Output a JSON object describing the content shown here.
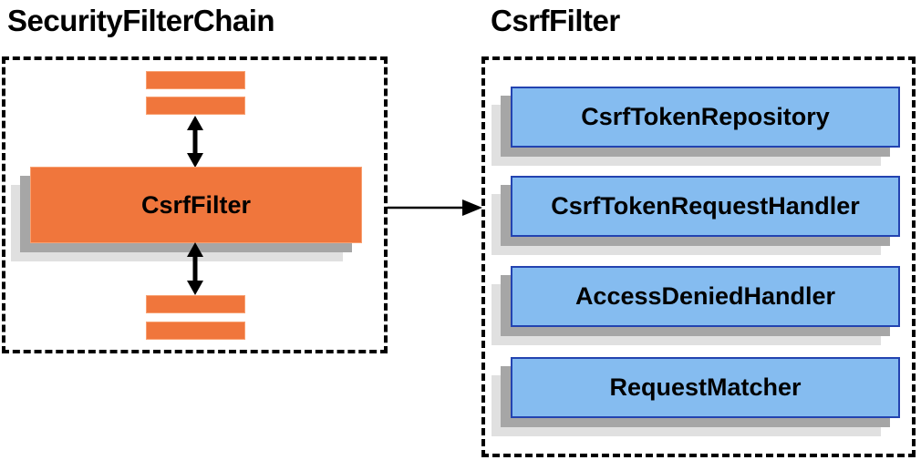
{
  "diagram": {
    "left": {
      "title": "SecurityFilterChain",
      "filter_box_label": "CsrfFilter"
    },
    "right": {
      "title": "CsrfFilter",
      "components": [
        "CsrfTokenRepository",
        "CsrfTokenRequestHandler",
        "AccessDeniedHandler",
        "RequestMatcher"
      ]
    },
    "colors": {
      "filter_orange": "#F0763C",
      "filter_orange_border": "#F8A071",
      "component_blue": "#85BCF0",
      "component_blue_border": "#2343B0",
      "shadow_mid": "#A6A6A6",
      "shadow_light": "#E0E0E0",
      "arrow_black": "#000000"
    }
  }
}
